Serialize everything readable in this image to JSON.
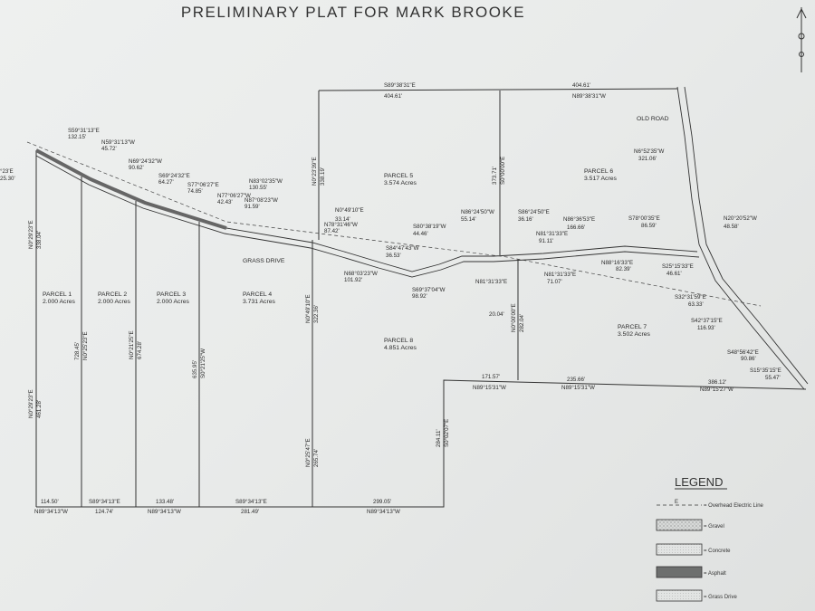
{
  "title": "PRELIMINARY PLAT FOR MARK BROOKE",
  "parcels": [
    {
      "name": "PARCEL 1",
      "acres": "2.000 Acres"
    },
    {
      "name": "PARCEL 2",
      "acres": "2.000 Acres"
    },
    {
      "name": "PARCEL 3",
      "acres": "2.000 Acres"
    },
    {
      "name": "PARCEL 4",
      "acres": "3.731 Acres"
    },
    {
      "name": "PARCEL 5",
      "acres": "3.574 Acres"
    },
    {
      "name": "PARCEL 6",
      "acres": "3.517 Acres"
    },
    {
      "name": "PARCEL 7",
      "acres": "3.502 Acres"
    },
    {
      "name": "PARCEL 8",
      "acres": "4.851 Acres"
    }
  ],
  "features": {
    "grass_drive": "GRASS DRIVE",
    "old_road": "OLD ROAD"
  },
  "calls": [
    "S59°31'13\"E",
    "132.15'",
    "N59°31'13\"W",
    "45.72'",
    "N69°24'32\"W",
    "90.62'",
    "S69°24'32\"E",
    "64.27'",
    "S77°06'27\"E",
    "74.85'",
    "N77°06'27\"W",
    "42.43'",
    "N83°02'35\"W",
    "130.55'",
    "N87°08'23\"W",
    "91.59'",
    "S89°38'31\"E",
    "404.61'",
    "404.61'",
    "N89°38'31\"W",
    "N0°49'10\"E",
    "33.14'",
    "N78°31'46\"W",
    "87.42'",
    "S84°47'43\"W",
    "36.53'",
    "N68°03'23\"W",
    "101.92'",
    "S69°37'04\"W",
    "98.92'",
    "S80°38'19\"W",
    "44.46'",
    "N86°24'50\"W",
    "55.14'",
    "S86°24'50\"E",
    "36.16'",
    "N86°36'53\"E",
    "166.66'",
    "N81°31'33\"E",
    "91.11'",
    "S78°00'35\"E",
    "86.59'",
    "N20°20'52\"W",
    "48.58'",
    "N6°52'35\"W",
    "321.06'",
    "N88°16'33\"E",
    "82.39'",
    "S25°15'33\"E",
    "46.61'",
    "S32°31'59\"E",
    "63.33'",
    "S42°37'15\"E",
    "116.93'",
    "S48°56'42\"E",
    "90.86'",
    "S15°35'15\"E",
    "55.47'",
    "N81°31'33\"E",
    "20.04'",
    "N81°31'33\"E",
    "71.07'",
    "171.57'",
    "N89°15'31\"W",
    "235.66'",
    "N89°15'31\"W",
    "386.12'",
    "N89°15'27\"W",
    "114.50'",
    "N89°34'13\"W",
    "S89°34'13\"E",
    "124.74'",
    "133.48'",
    "N89°34'13\"W",
    "S89°34'13\"E",
    "281.49'",
    "299.05'",
    "N89°34'13\"W",
    "°23'E",
    "25.30'"
  ],
  "vertical_calls": [
    "N0°29'23\"E",
    "338.04'",
    "N0°29'23\"E",
    "461.28'",
    "N0°25'23\"E",
    "728.45'",
    "N0°21'25\"E",
    "674.28'",
    "S0°21'25\"W",
    "635.95'",
    "N0°49'10\"E",
    "322.36'",
    "N0°25'47\"E",
    "265.74'",
    "N0°23'39\"E",
    "338.19'",
    "S0°00'00\"E",
    "373.71'",
    "N0°00'00\"E",
    "282.04'",
    "S0°02'07\"E",
    "284.11'"
  ],
  "legend": {
    "title": "LEGEND",
    "items": [
      {
        "symbol": "E",
        "label": "= Overhead Electric Line"
      },
      {
        "symbol": "",
        "label": "= Gravel"
      },
      {
        "symbol": "",
        "label": "= Concrete"
      },
      {
        "symbol": "",
        "label": "= Asphalt"
      },
      {
        "symbol": "",
        "label": "= Grass Drive"
      }
    ]
  }
}
